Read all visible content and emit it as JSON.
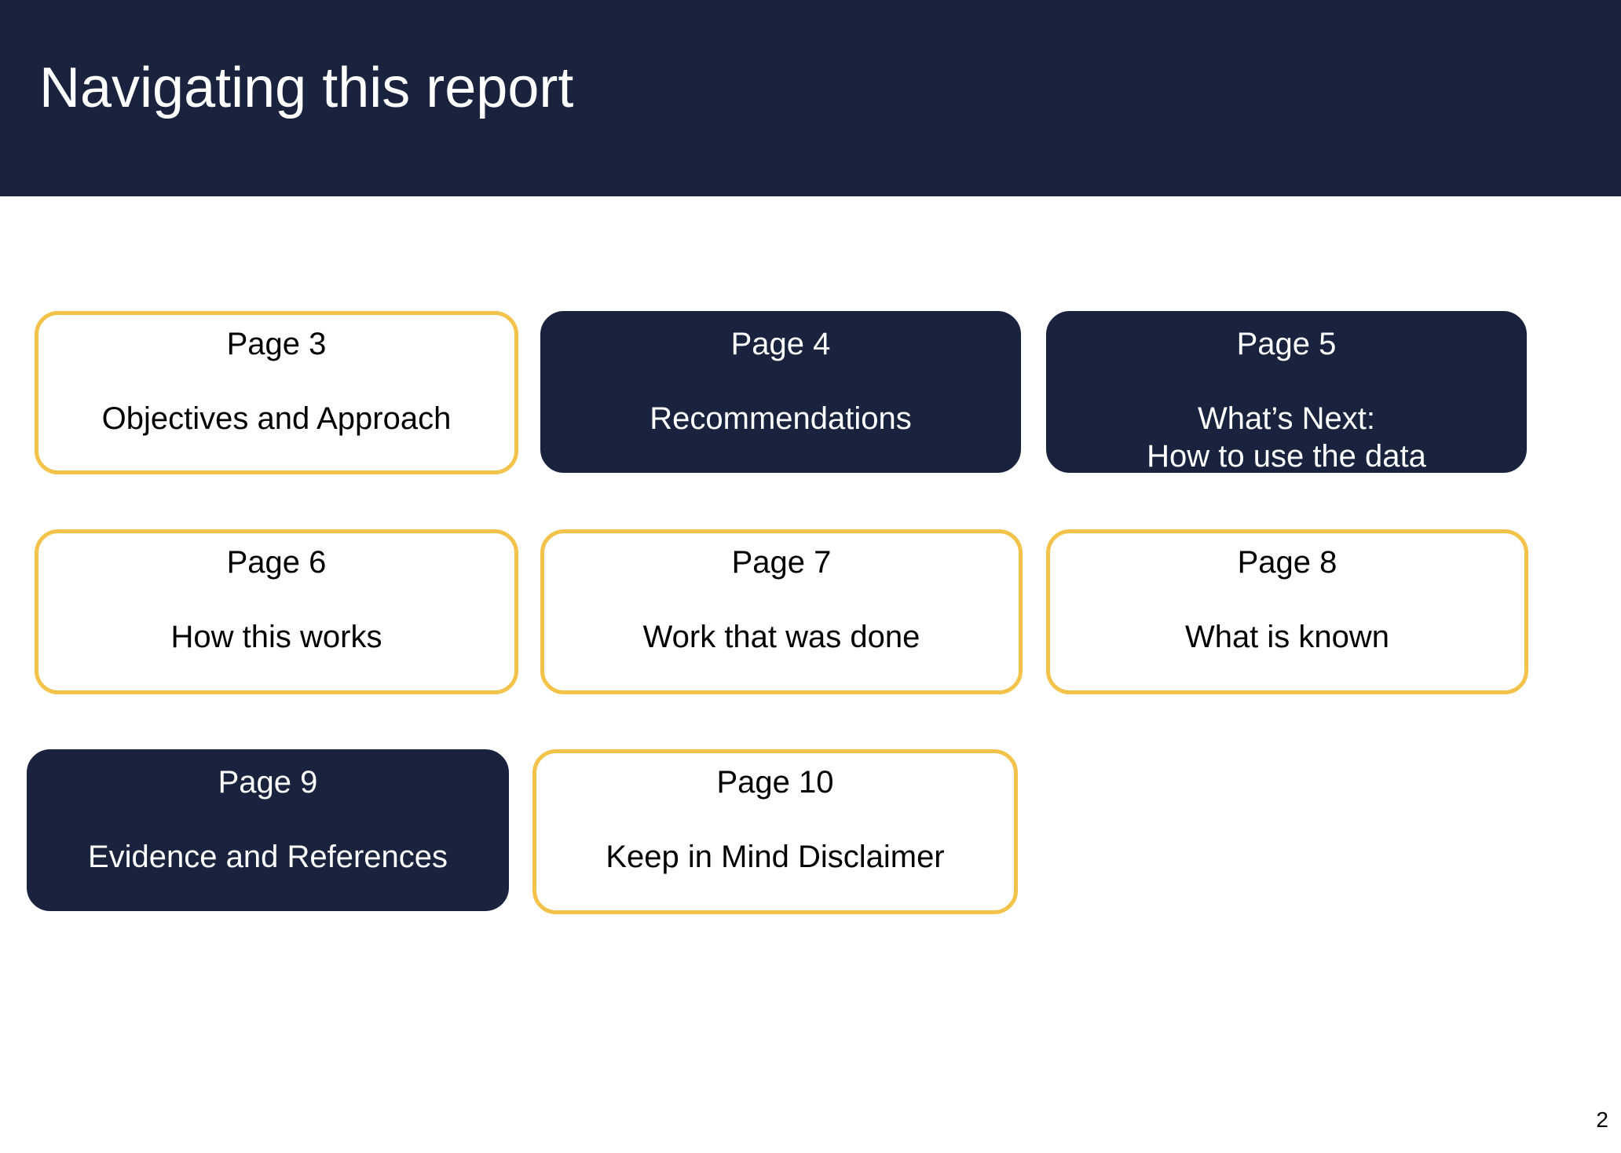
{
  "header": {
    "title": "Navigating this report"
  },
  "cards": [
    {
      "page": "Page 3",
      "label": [
        "Objectives and Approach"
      ],
      "style": "light"
    },
    {
      "page": "Page 4",
      "label": [
        "Recommendations"
      ],
      "style": "dark"
    },
    {
      "page": "Page 5",
      "label": [
        "What’s Next:",
        "How to use the data"
      ],
      "style": "dark"
    },
    {
      "page": "Page 6",
      "label": [
        "How this works"
      ],
      "style": "light"
    },
    {
      "page": "Page 7",
      "label": [
        "Work that was done"
      ],
      "style": "light"
    },
    {
      "page": "Page 8",
      "label": [
        "What is known"
      ],
      "style": "light"
    },
    {
      "page": "Page 9",
      "label": [
        "Evidence and References"
      ],
      "style": "dark"
    },
    {
      "page": "Page 10",
      "label": [
        "Keep in Mind Disclaimer"
      ],
      "style": "light"
    }
  ],
  "footer": {
    "page_number": "2"
  },
  "colors": {
    "navy": "#19233e",
    "gold": "#f3c24a",
    "white": "#ffffff"
  }
}
